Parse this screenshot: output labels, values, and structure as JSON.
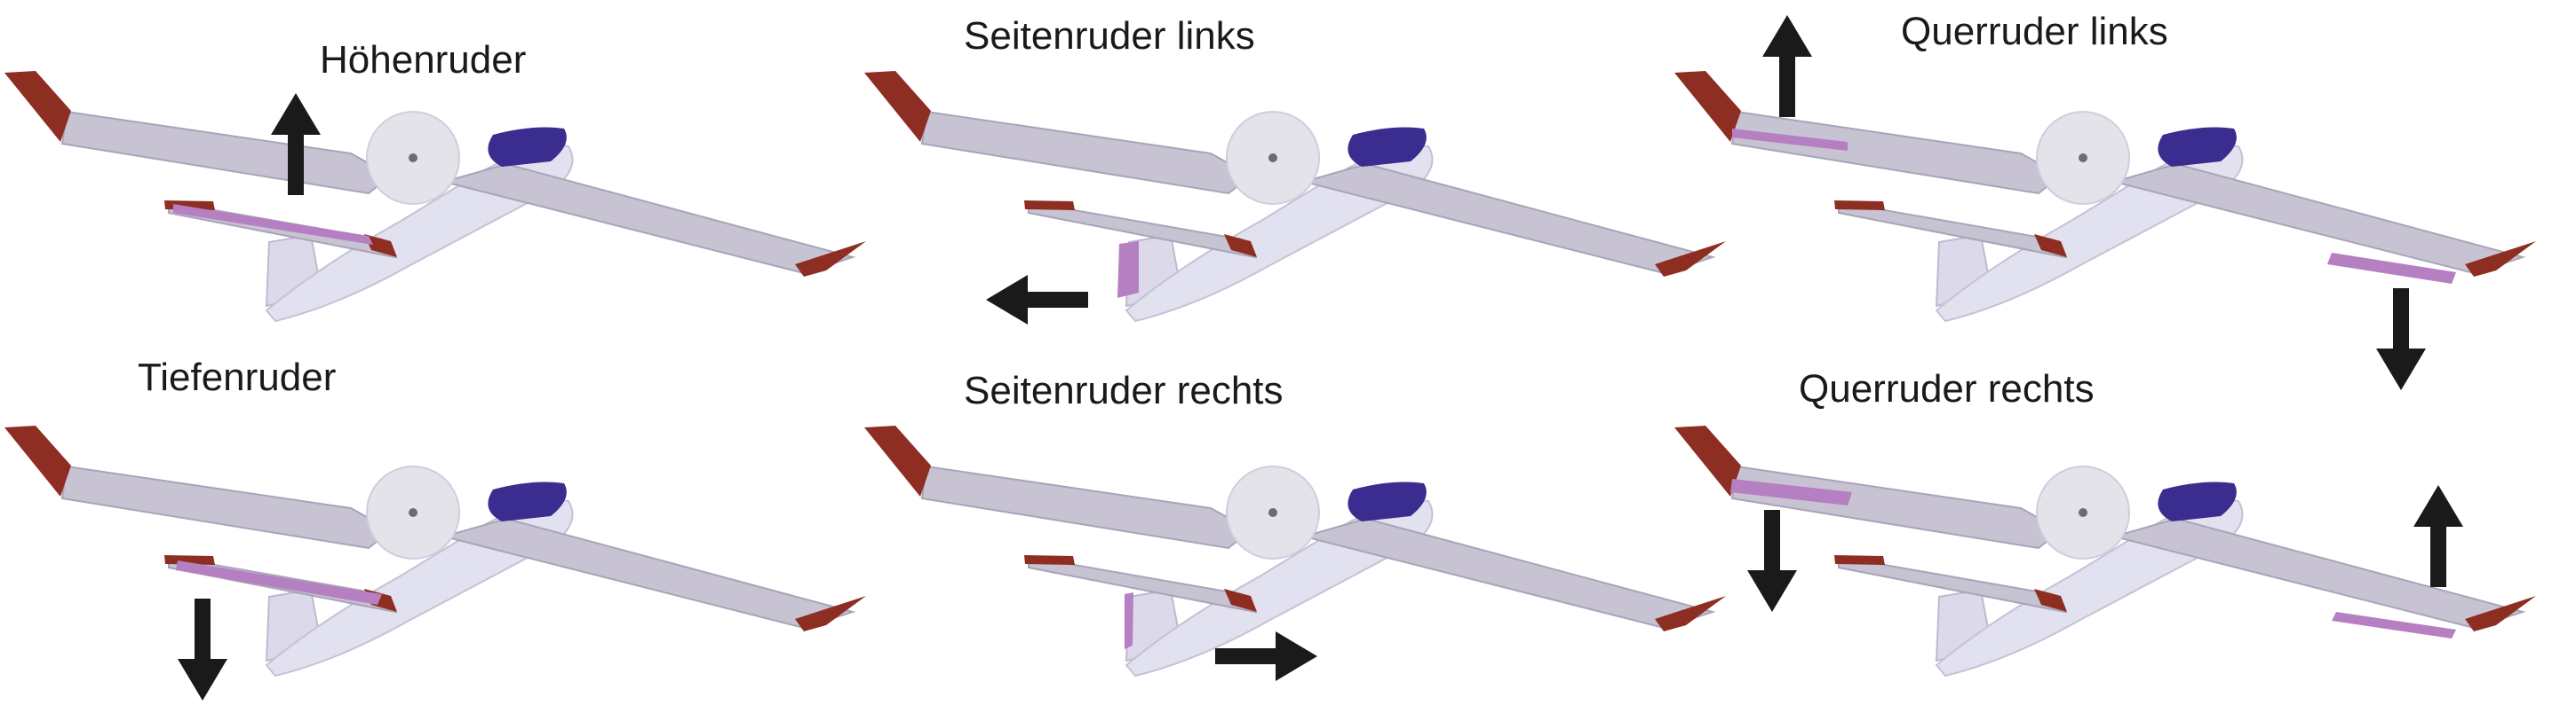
{
  "colors": {
    "wing": "#c7c3d3",
    "wing_edge": "#a9a4b8",
    "fuselage": "#e2e1ef",
    "propeller": "#e4e3e9",
    "canopy": "#3a2d8f",
    "wingtip": "#8e2d22",
    "control_surface": "#b57fc2",
    "arrow": "#1a1a1a",
    "label": "#1a1a1a"
  },
  "panels": [
    {
      "label": "Höhenruder",
      "arrow": {
        "direction": "up"
      },
      "deflected_surface": "elevator"
    },
    {
      "label": "Seitenruder links",
      "arrow": {
        "direction": "left"
      },
      "deflected_surface": "rudder"
    },
    {
      "label": "Querruder links",
      "arrow": {
        "direction": "up-left-wing / down-right-wing"
      },
      "deflected_surface": "ailerons"
    },
    {
      "label": "Tiefenruder",
      "arrow": {
        "direction": "down"
      },
      "deflected_surface": "elevator"
    },
    {
      "label": "Seitenruder rechts",
      "arrow": {
        "direction": "right"
      },
      "deflected_surface": "rudder"
    },
    {
      "label": "Querruder rechts",
      "arrow": {
        "direction": "down-left-wing / up-right-wing"
      },
      "deflected_surface": "ailerons"
    }
  ]
}
